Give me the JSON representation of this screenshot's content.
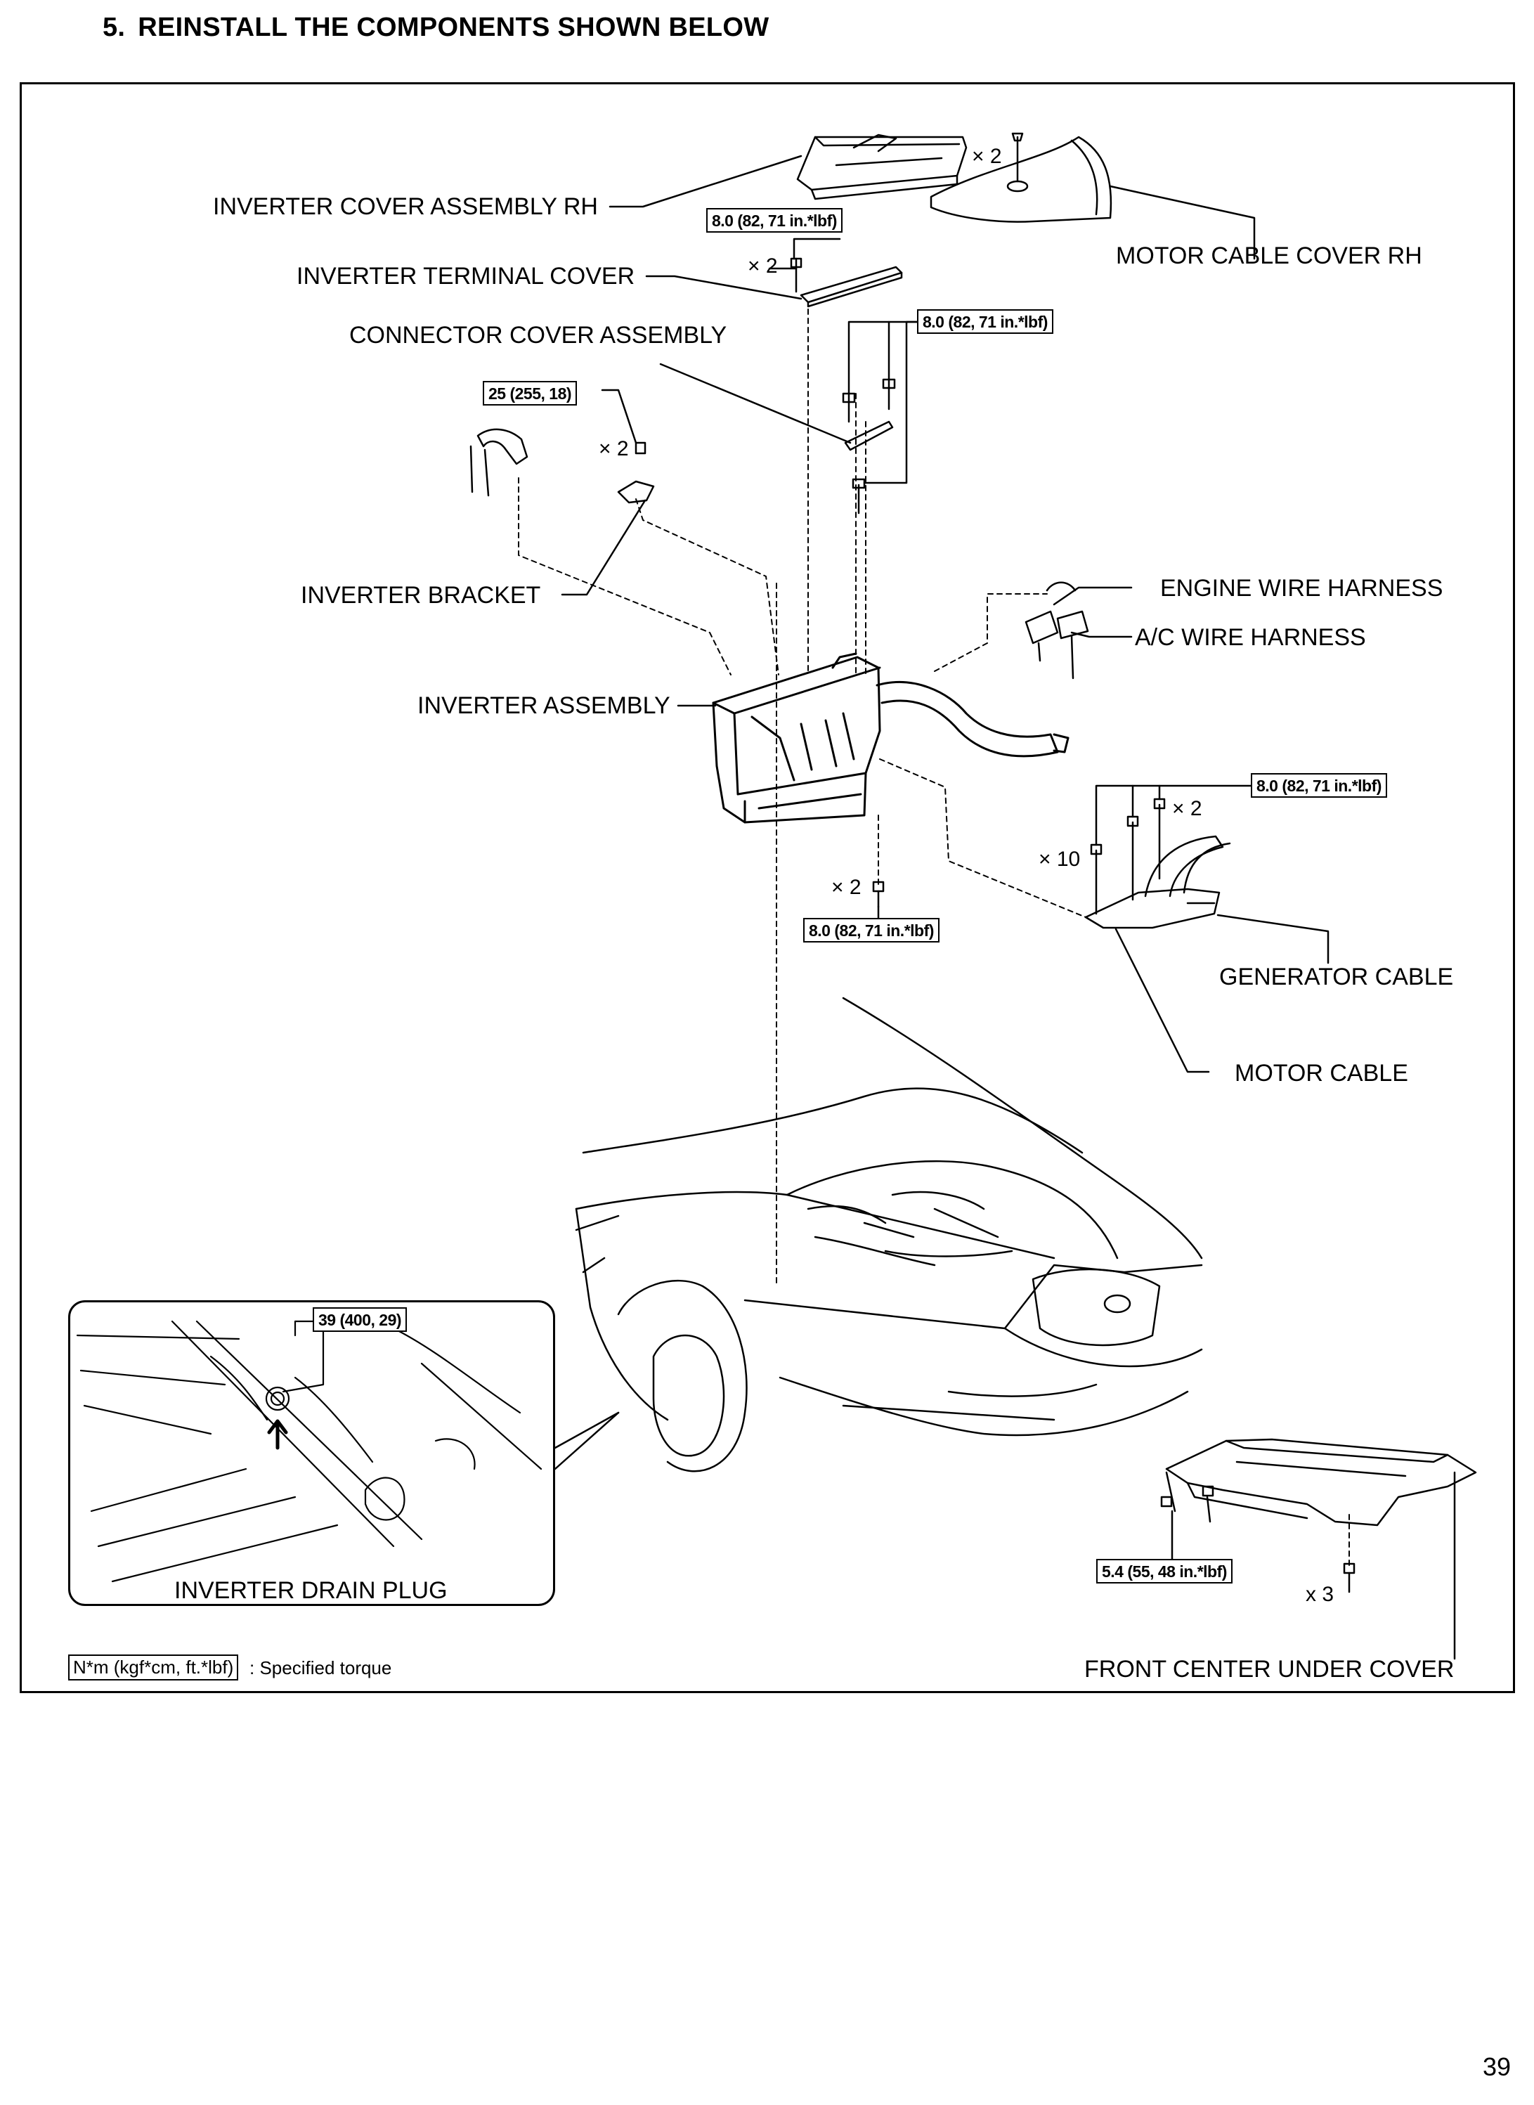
{
  "heading": {
    "number": "5.",
    "text": "REINSTALL THE COMPONENTS SHOWN BELOW"
  },
  "labels": {
    "inverter_cover_assembly_rh": "INVERTER COVER ASSEMBLY RH",
    "motor_cable_cover_rh": "MOTOR CABLE COVER RH",
    "inverter_terminal_cover": "INVERTER TERMINAL COVER",
    "connector_cover_assembly": "CONNECTOR COVER ASSEMBLY",
    "inverter_bracket": "INVERTER BRACKET",
    "engine_wire_harness": "ENGINE WIRE HARNESS",
    "ac_wire_harness": "A/C WIRE HARNESS",
    "inverter_assembly": "INVERTER ASSEMBLY",
    "generator_cable": "GENERATOR CABLE",
    "motor_cable": "MOTOR CABLE",
    "front_center_under_cover": "FRONT CENTER UNDER COVER",
    "inverter_drain_plug": "INVERTER DRAIN PLUG"
  },
  "torques": {
    "terminal_cover": "8.0 (82, 71 in.*lbf)",
    "connector_cover": "8.0 (82, 71 in.*lbf)",
    "bracket": "25 (255, 18)",
    "cable_bolts": "8.0 (82, 71 in.*lbf)",
    "inverter_bottom": "8.0 (82, 71 in.*lbf)",
    "drain_plug": "39 (400, 29)",
    "under_cover": "5.4 (55, 48 in.*lbf)"
  },
  "quantities": {
    "motor_cable_cover": "× 2",
    "terminal_cover": "× 2",
    "bracket": "× 2",
    "cable_top": "× 2",
    "cable_left": "× 10",
    "inverter_bottom": "× 2",
    "under_cover": "x 3"
  },
  "legend": {
    "box": "N*m (kgf*cm, ft.*lbf)",
    "text": ": Specified torque"
  },
  "page_number": "39"
}
